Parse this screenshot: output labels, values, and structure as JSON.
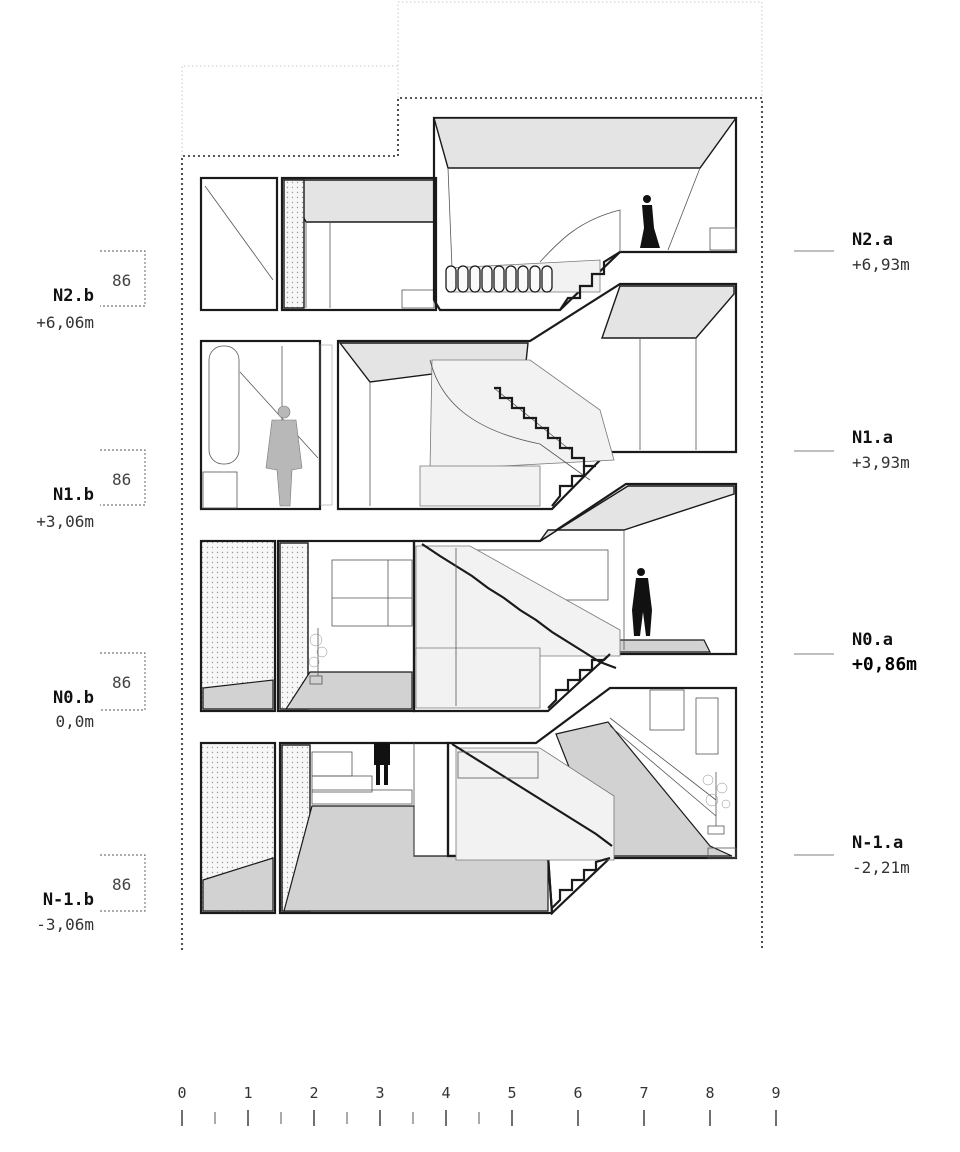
{
  "levels_left": [
    {
      "name": "N2.b",
      "elevation": "+6,06m",
      "tag": "86"
    },
    {
      "name": "N1.b",
      "elevation": "+3,06m",
      "tag": "86"
    },
    {
      "name": "N0.b",
      "elevation": "0,0m",
      "tag": "86"
    },
    {
      "name": "N-1.b",
      "elevation": "-3,06m",
      "tag": "86"
    }
  ],
  "levels_right": [
    {
      "name": "N2.a",
      "elevation": "+6,93m"
    },
    {
      "name": "N1.a",
      "elevation": "+3,93m"
    },
    {
      "name": "N0.a",
      "elevation": "+0,86m"
    },
    {
      "name": "N-1.a",
      "elevation": "-2,21m"
    }
  ],
  "scale_bar": {
    "labels": [
      "0",
      "1",
      "2",
      "3",
      "4",
      "5",
      "6",
      "7",
      "8",
      "9"
    ]
  }
}
